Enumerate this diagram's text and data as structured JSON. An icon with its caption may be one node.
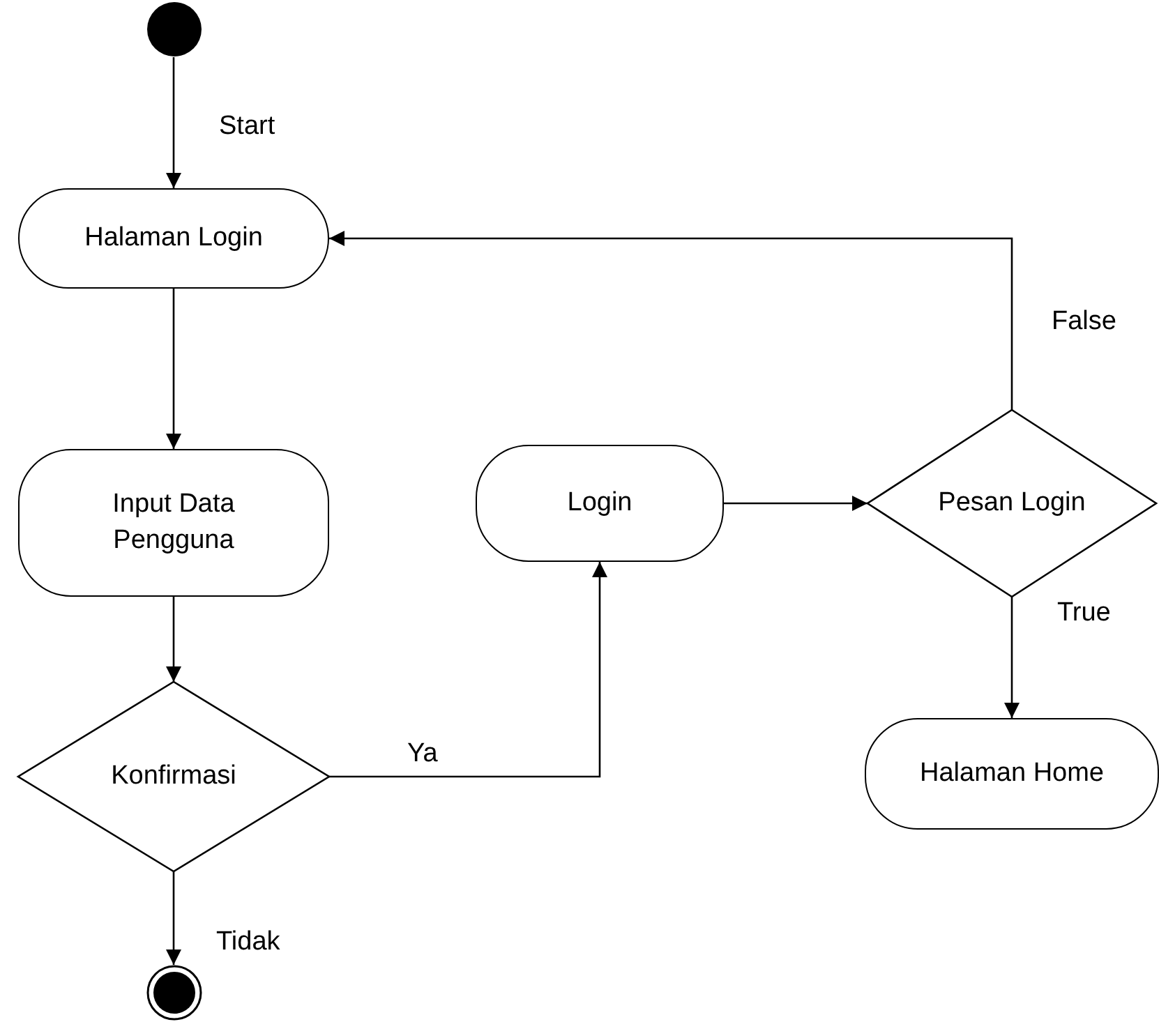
{
  "diagram": {
    "nodes": [
      {
        "text": [],
        "shape": "circle"
      },
      {
        "text": [
          "Halaman Login"
        ]
      },
      {
        "text": [
          "Input Data Pengguna"
        ]
      },
      {
        "text": [
          "Login"
        ]
      },
      {
        "text": [
          "Pesan Login"
        ]
      },
      {
        "text": [
          "Konfirmasi"
        ]
      },
      {
        "text": [
          "Halaman Home"
        ]
      },
      {
        "text": [],
        "shape": "circle"
      }
    ],
    "edges": [
      {
        "from": 0,
        "to": 1,
        "arrow": "to",
        "label": "Start"
      },
      {
        "from": 1,
        "to": 2,
        "arrow": "to"
      },
      {
        "from": 2,
        "to": 5,
        "arrow": "to"
      },
      {
        "from": 5,
        "to": 3,
        "arrow": "to",
        "label": "Ya"
      },
      {
        "from": 3,
        "to": 4,
        "arrow": "to"
      },
      {
        "from": 4,
        "to": 1,
        "arrow": "to",
        "label": "False"
      },
      {
        "from": 4,
        "to": 6,
        "arrow": "to",
        "label": "True"
      },
      {
        "from": 5,
        "to": 7,
        "arrow": "to",
        "label": "Tidak"
      }
    ]
  }
}
